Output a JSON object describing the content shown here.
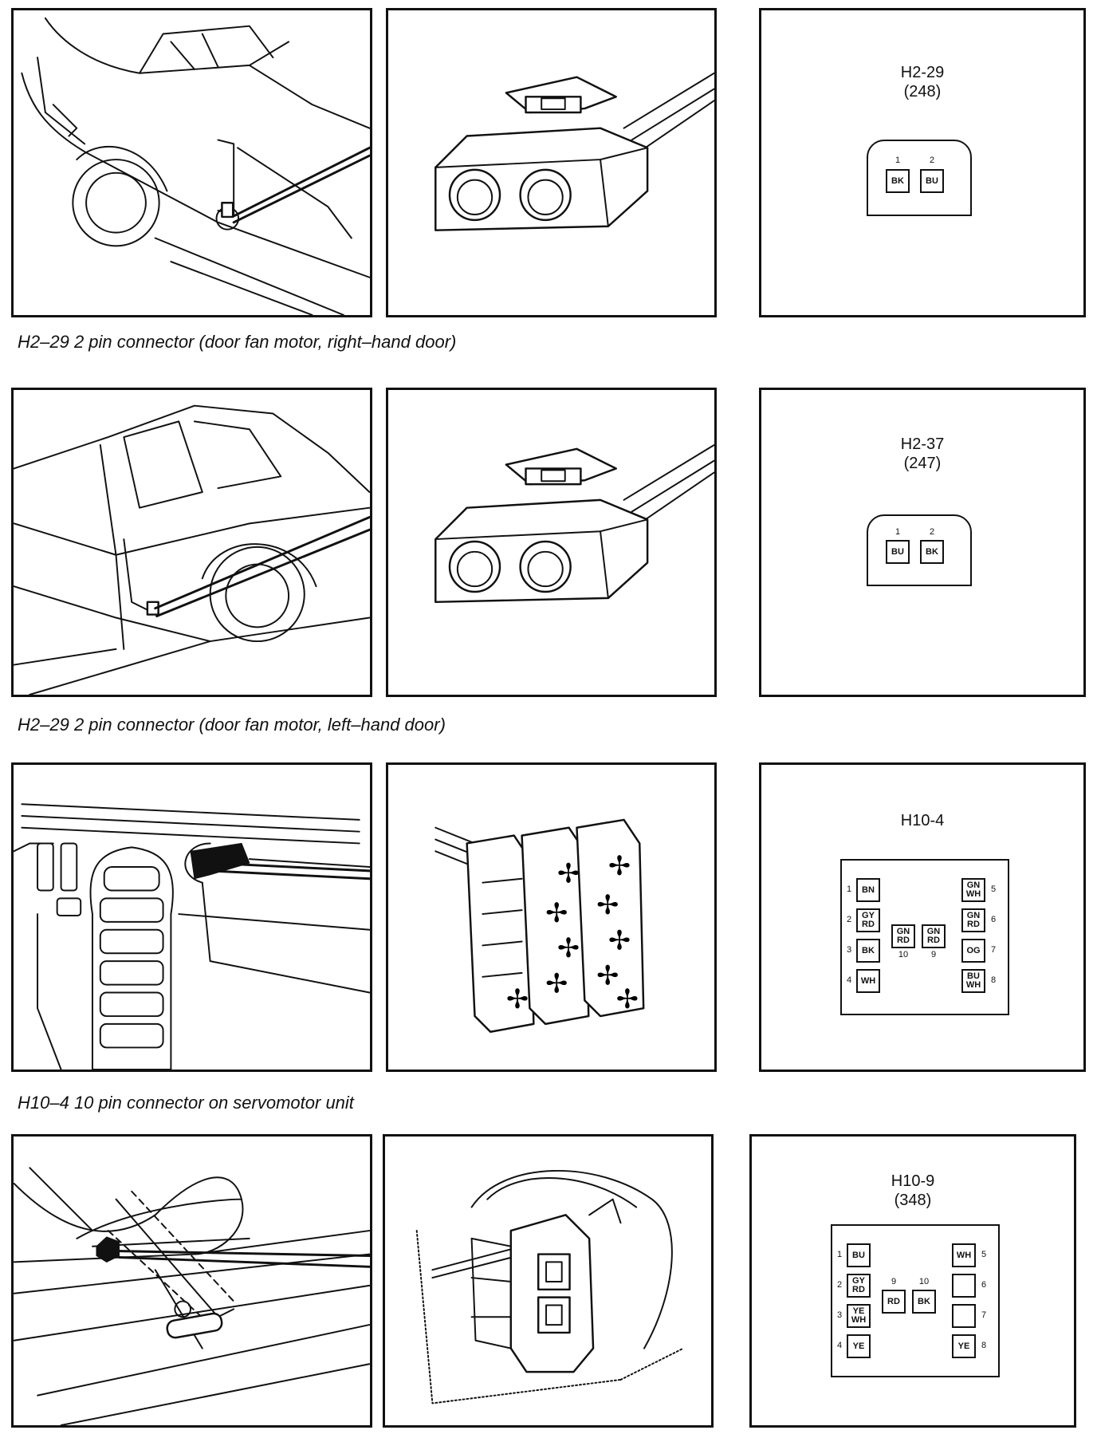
{
  "rows": [
    {
      "caption": "H2–29 2 pin connector (door fan motor, right–hand door)",
      "pinout": {
        "title": "H2-29",
        "code": "(248)",
        "pins": [
          {
            "num": "1",
            "color": "BK"
          },
          {
            "num": "2",
            "color": "BU"
          }
        ]
      }
    },
    {
      "caption": "H2–29 2 pin connector (door fan motor, left–hand door)",
      "pinout": {
        "title": "H2-37",
        "code": "(247)",
        "pins": [
          {
            "num": "1",
            "color": "BU"
          },
          {
            "num": "2",
            "color": "BK"
          }
        ]
      }
    },
    {
      "caption": "H10–4 10 pin connector on servomotor unit",
      "pinout": {
        "title": "H10-4",
        "code": "",
        "pins": [
          {
            "num": "1",
            "color": "BN"
          },
          {
            "num": "2",
            "color": "GY RD"
          },
          {
            "num": "3",
            "color": "BK"
          },
          {
            "num": "4",
            "color": "WH"
          },
          {
            "num": "5",
            "color": "GN WH"
          },
          {
            "num": "6",
            "color": "GN RD"
          },
          {
            "num": "7",
            "color": "OG"
          },
          {
            "num": "8",
            "color": "BU WH"
          },
          {
            "num": "9",
            "color": "GN RD"
          },
          {
            "num": "10",
            "color": "GN RD"
          }
        ]
      }
    },
    {
      "caption": "",
      "pinout": {
        "title": "H10-9",
        "code": "(348)",
        "pins": [
          {
            "num": "1",
            "color": "BU"
          },
          {
            "num": "2",
            "color": "GY RD"
          },
          {
            "num": "3",
            "color": "YE WH"
          },
          {
            "num": "4",
            "color": "YE"
          },
          {
            "num": "5",
            "color": "WH"
          },
          {
            "num": "6",
            "color": ""
          },
          {
            "num": "7",
            "color": ""
          },
          {
            "num": "8",
            "color": "YE"
          },
          {
            "num": "9",
            "color": "RD"
          },
          {
            "num": "10",
            "color": "BK"
          }
        ]
      }
    }
  ]
}
